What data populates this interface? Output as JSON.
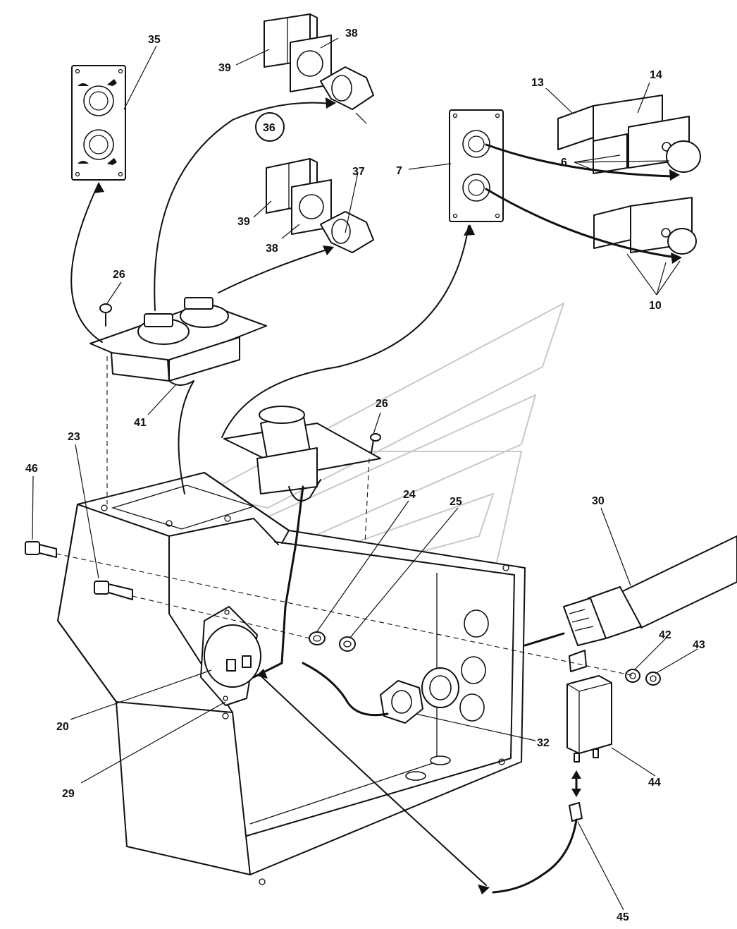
{
  "labels": {
    "l35": "35",
    "l39a": "39",
    "l38a": "38",
    "l36": "36",
    "l37": "37",
    "l39b": "39",
    "l38b": "38",
    "l7": "7",
    "l13": "13",
    "l14": "14",
    "l6": "6",
    "l10": "10",
    "l26a": "26",
    "l41": "41",
    "l26b": "26",
    "l23": "23",
    "l46": "46",
    "l24": "24",
    "l25": "25",
    "l30": "30",
    "l42": "42",
    "l43": "43",
    "l20": "20",
    "l29": "29",
    "l32": "32",
    "l44": "44",
    "l45": "45"
  }
}
